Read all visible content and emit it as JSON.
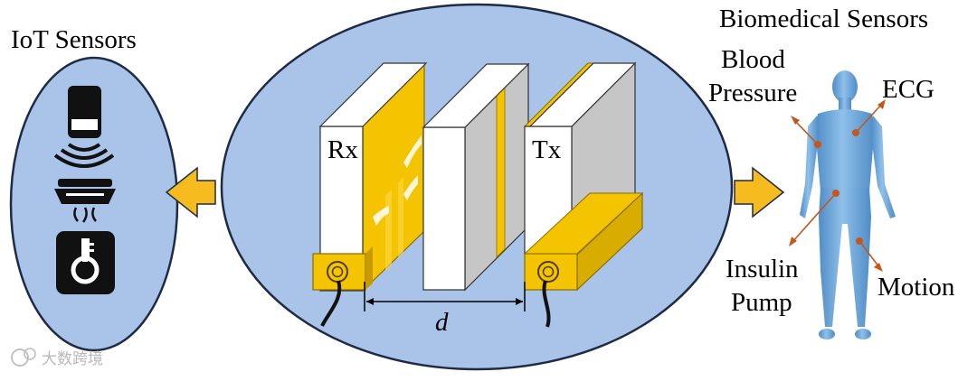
{
  "left_panel": {
    "title": "IoT Sensors",
    "icons": [
      "motion-sensor-icon",
      "smoke-detector-icon",
      "smart-lock-icon"
    ]
  },
  "center_panel": {
    "rx_label": "Rx",
    "tx_label": "Tx",
    "distance_label": "d"
  },
  "right_panel": {
    "title": "Biomedical Sensors",
    "labels": {
      "blood_pressure_line1": "Blood",
      "blood_pressure_line2": "Pressure",
      "ecg": "ECG",
      "insulin_line1": "Insulin",
      "insulin_line2": "Pump",
      "motion": "Motion"
    }
  },
  "watermark": "大数跨境",
  "colors": {
    "ellipse_fill": "#a9c4e8",
    "ellipse_stroke": "#1f2a44",
    "gold": "#f5c400",
    "arrow_fill": "#f6bb1e",
    "body_blue": "#6aa3d6",
    "pointer": "#c4571e"
  }
}
